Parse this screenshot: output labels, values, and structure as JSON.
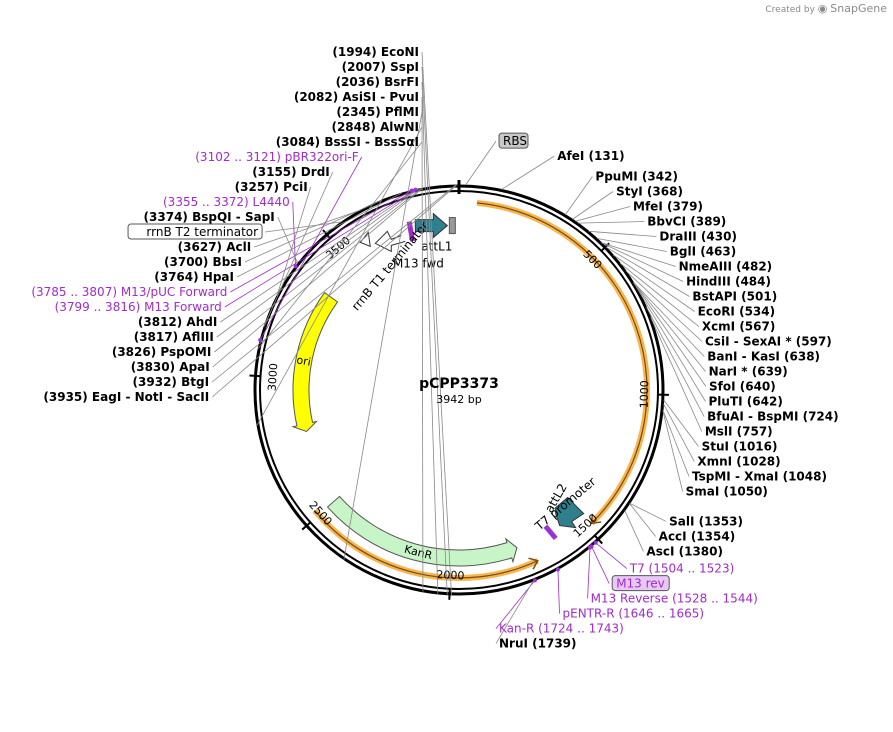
{
  "brand": {
    "created_by": "Created by",
    "name": "SnapGene"
  },
  "plasmid": {
    "name": "pCPP3373",
    "length": 3942,
    "length_label": "3942 bp"
  },
  "colors": {
    "enzyme_text": "#000000",
    "primer_text": "#a02cc9",
    "primer_mark": "#9b30d9",
    "attL_fill": "#2f7f8f",
    "ori_fill": "#ffff00",
    "kanR_fill": "#c8f5c8",
    "orf_outline": "#f7b54f",
    "orf_arrow": "#7a4a10",
    "backbone": "#000000",
    "rbs_fill": "#c8c8c8",
    "m13rev_fill": "#e8c8f5"
  },
  "ticks": [
    {
      "pos": 500,
      "label": "500"
    },
    {
      "pos": 1000,
      "label": "1000"
    },
    {
      "pos": 1500,
      "label": "1500"
    },
    {
      "pos": 2000,
      "label": "2000"
    },
    {
      "pos": 2500,
      "label": "2500"
    },
    {
      "pos": 3000,
      "label": "3000"
    },
    {
      "pos": 3500,
      "label": "3500"
    }
  ],
  "features": [
    {
      "name": "ori",
      "type": "rep_origin",
      "start": 2790,
      "end": 3350,
      "direction": "reverse",
      "fill": "#ffff00",
      "label": "ori"
    },
    {
      "name": "KanR",
      "type": "cds",
      "start": 1750,
      "end": 2500,
      "direction": "reverse",
      "fill": "#c8f5c8",
      "label": "KanR"
    },
    {
      "name": "attL1",
      "type": "misc",
      "start": 3880,
      "end": 3940,
      "direction": "forward",
      "fill": "#2f7f8f",
      "label": "attL1"
    },
    {
      "name": "attL2",
      "type": "misc",
      "start": 1480,
      "end": 1540,
      "direction": "reverse",
      "fill": "#2f7f8f",
      "label": "attL2"
    },
    {
      "name": "rrnB T1 terminator",
      "type": "terminator",
      "start": 3620,
      "end": 3700,
      "direction": "reverse",
      "label": "rrnB T1 terminator"
    },
    {
      "name": "M13 fwd",
      "type": "primer_bind",
      "start": 3790,
      "end": 3810,
      "label": "M13 fwd"
    },
    {
      "name": "T7 promoter",
      "type": "promoter",
      "start": 1500,
      "end": 1520,
      "label": "T7 promoter"
    }
  ],
  "orfs": [
    {
      "start": 60,
      "end": 1480,
      "direction": "forward"
    },
    {
      "start": 1700,
      "end": 2520,
      "direction": "reverse"
    }
  ],
  "labels": [
    {
      "text": "(3935)  EagI  -  NotI  -  SacII",
      "pos": 3935,
      "kind": "enzyme"
    },
    {
      "text": "(3932)  BtgI",
      "pos": 3932,
      "kind": "enzyme"
    },
    {
      "text": "(3830)  ApaI",
      "pos": 3830,
      "kind": "enzyme"
    },
    {
      "text": "(3826)  PspOMI",
      "pos": 3826,
      "kind": "enzyme"
    },
    {
      "text": "(3817)  AflIII",
      "pos": 3817,
      "kind": "enzyme"
    },
    {
      "text": "(3812)  AhdI",
      "pos": 3812,
      "kind": "enzyme"
    },
    {
      "text": "(3799 .. 3816)  M13 Forward",
      "pos": 3808,
      "kind": "primer"
    },
    {
      "text": "(3785 .. 3807)  M13/pUC Forward",
      "pos": 3796,
      "kind": "primer"
    },
    {
      "text": "(3764)  HpaI",
      "pos": 3764,
      "kind": "enzyme"
    },
    {
      "text": "(3700)  BbsI",
      "pos": 3700,
      "kind": "enzyme"
    },
    {
      "text": "(3627)  AclI",
      "pos": 3627,
      "kind": "enzyme"
    },
    {
      "text": "rrnB T2 terminator",
      "pos": 3560,
      "kind": "feature_box"
    },
    {
      "text": "(3374)  BspQI  -  SapI",
      "pos": 3374,
      "kind": "enzyme"
    },
    {
      "text": "(3355 .. 3372)  L4440",
      "pos": 3363,
      "kind": "primer"
    },
    {
      "text": "(3257)  PciI",
      "pos": 3257,
      "kind": "enzyme"
    },
    {
      "text": "(3155)  DrdI",
      "pos": 3155,
      "kind": "enzyme"
    },
    {
      "text": "(3102 .. 3121)  pBR322ori-F",
      "pos": 3111,
      "kind": "primer"
    },
    {
      "text": "(3084)  BssSI  -  BssSαI",
      "pos": 3084,
      "kind": "enzyme"
    },
    {
      "text": "(2848)  AlwNI",
      "pos": 2848,
      "kind": "enzyme"
    },
    {
      "text": "(2345)  PflMI",
      "pos": 2345,
      "kind": "enzyme"
    },
    {
      "text": "(2082)  AsiSI  -  PvuI",
      "pos": 2082,
      "kind": "enzyme"
    },
    {
      "text": "(2036)  BsrFI",
      "pos": 2036,
      "kind": "enzyme"
    },
    {
      "text": "(2007)  SspI",
      "pos": 2007,
      "kind": "enzyme"
    },
    {
      "text": "(1994)  EcoNI",
      "pos": 1994,
      "kind": "enzyme"
    },
    {
      "text": "RBS",
      "pos": 20,
      "kind": "feature_box"
    },
    {
      "text": "AfeI  (131)",
      "pos": 131,
      "kind": "enzyme"
    },
    {
      "text": "PpuMI  (342)",
      "pos": 342,
      "kind": "enzyme"
    },
    {
      "text": "StyI  (368)",
      "pos": 368,
      "kind": "enzyme"
    },
    {
      "text": "MfeI  (379)",
      "pos": 379,
      "kind": "enzyme"
    },
    {
      "text": "BbvCI  (389)",
      "pos": 389,
      "kind": "enzyme"
    },
    {
      "text": "DraIII  (430)",
      "pos": 430,
      "kind": "enzyme"
    },
    {
      "text": "BglI  (463)",
      "pos": 463,
      "kind": "enzyme"
    },
    {
      "text": "NmeAIII  (482)",
      "pos": 482,
      "kind": "enzyme"
    },
    {
      "text": "HindIII  (484)",
      "pos": 484,
      "kind": "enzyme"
    },
    {
      "text": "BstAPI  (501)",
      "pos": 501,
      "kind": "enzyme"
    },
    {
      "text": "EcoRI  (534)",
      "pos": 534,
      "kind": "enzyme"
    },
    {
      "text": "XcmI  (567)",
      "pos": 567,
      "kind": "enzyme"
    },
    {
      "text": "CsiI  -  SexAI *  (597)",
      "pos": 597,
      "kind": "enzyme"
    },
    {
      "text": "BanI  -  KasI  (638)",
      "pos": 638,
      "kind": "enzyme"
    },
    {
      "text": "NarI *  (639)",
      "pos": 639,
      "kind": "enzyme"
    },
    {
      "text": "SfoI  (640)",
      "pos": 640,
      "kind": "enzyme"
    },
    {
      "text": "PluTI  (642)",
      "pos": 642,
      "kind": "enzyme"
    },
    {
      "text": "BfuAI  -  BspMI  (724)",
      "pos": 724,
      "kind": "enzyme"
    },
    {
      "text": "MslI  (757)",
      "pos": 757,
      "kind": "enzyme"
    },
    {
      "text": "StuI  (1016)",
      "pos": 1016,
      "kind": "enzyme"
    },
    {
      "text": "XmnI  (1028)",
      "pos": 1028,
      "kind": "enzyme"
    },
    {
      "text": "TspMI  -  XmaI  (1048)",
      "pos": 1048,
      "kind": "enzyme"
    },
    {
      "text": "SmaI  (1050)",
      "pos": 1050,
      "kind": "enzyme"
    },
    {
      "text": "SalI  (1353)",
      "pos": 1353,
      "kind": "enzyme"
    },
    {
      "text": "AccI  (1354)",
      "pos": 1354,
      "kind": "enzyme"
    },
    {
      "text": "AscI  (1380)",
      "pos": 1380,
      "kind": "enzyme"
    },
    {
      "text": "T7  (1504 .. 1523)",
      "pos": 1513,
      "kind": "primer"
    },
    {
      "text": "M13 rev",
      "pos": 1530,
      "kind": "primer_box"
    },
    {
      "text": "M13 Reverse  (1528 .. 1544)",
      "pos": 1536,
      "kind": "primer"
    },
    {
      "text": "pENTR-R  (1646 .. 1665)",
      "pos": 1655,
      "kind": "primer"
    },
    {
      "text": "NruI  (1739)",
      "pos": 1739,
      "kind": "enzyme"
    },
    {
      "text": "Kan-R  (1724 .. 1743)",
      "pos": 1733,
      "kind": "primer"
    }
  ]
}
